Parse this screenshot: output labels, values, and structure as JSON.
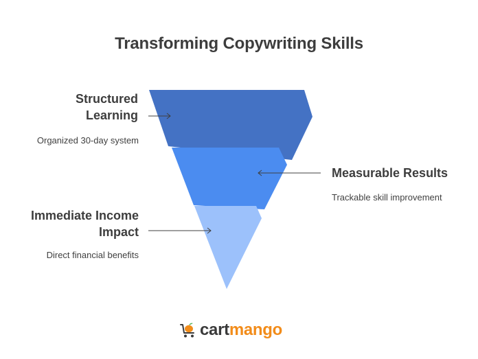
{
  "title": "Transforming Copywriting Skills",
  "stages": [
    {
      "heading_line1": "Structured",
      "heading_line2": "Learning",
      "description": "Organized 30-day system",
      "color": "#4472c4"
    },
    {
      "heading_line1": "Measurable Results",
      "description": "Trackable skill improvement",
      "color": "#4b8cf0"
    },
    {
      "heading_line1": "Immediate Income",
      "heading_line2": "Impact",
      "description": "Direct financial benefits",
      "color": "#9cc1fb"
    }
  ],
  "logo": {
    "part1": "cart",
    "part2": "mango",
    "icon": "mango-cart-icon",
    "color_cart": "#3a3a3a",
    "color_mango": "#f28c1a"
  }
}
